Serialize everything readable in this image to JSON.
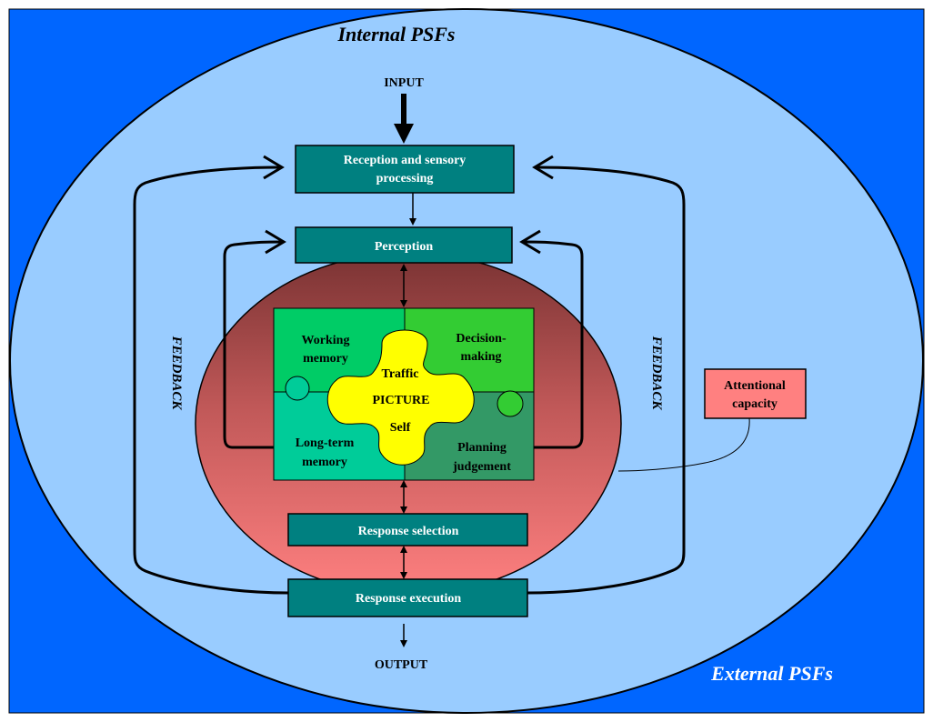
{
  "colors": {
    "background_blue": "#0066ff",
    "internal_circle": "#99ccff",
    "box_teal": "#008080",
    "puzzle_green_1": "#00cc66",
    "puzzle_green_2": "#33cc33",
    "puzzle_teal": "#00cc99",
    "puzzle_dark_green": "#339966",
    "picture_yellow": "#ffff00",
    "attention_box": "#ff8080",
    "inner_ellipse_top": "#7a3333",
    "inner_ellipse_bottom": "#ff8080"
  },
  "labels": {
    "internal_psfs": "Internal PSFs",
    "external_psfs": "External PSFs",
    "input": "INPUT",
    "output": "OUTPUT",
    "feedback_left": "FEEDBACK",
    "feedback_right": "FEEDBACK"
  },
  "boxes": {
    "reception_line1": "Reception and sensory",
    "reception_line2": "processing",
    "perception": "Perception",
    "response_selection": "Response selection",
    "response_execution": "Response execution"
  },
  "attention": {
    "line1": "Attentional",
    "line2": "capacity"
  },
  "puzzle": {
    "working_memory_line1": "Working",
    "working_memory_line2": "memory",
    "decision_line1": "Decision-",
    "decision_line2": "making",
    "longterm_line1": "Long-term",
    "longterm_line2": "memory",
    "planning_line1": "Planning",
    "planning_line2": "judgement",
    "picture_traffic": "Traffic",
    "picture_picture": "PICTURE",
    "picture_self": "Self"
  }
}
